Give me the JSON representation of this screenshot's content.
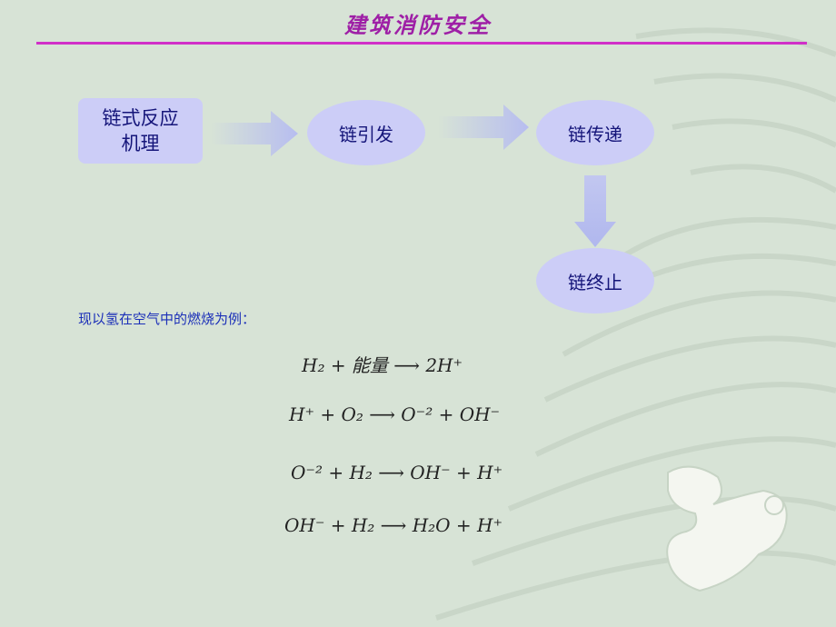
{
  "header": {
    "title": "建筑消防安全"
  },
  "diagram": {
    "start_box": {
      "line1": "链式反应",
      "line2": "机理"
    },
    "step1": "链引发",
    "step2": "链传递",
    "step3": "链终止"
  },
  "note": "现以氢在空气中的燃烧为例：",
  "equations": [
    "H₂ + 能量 ⟶ 2H⁺",
    "H⁺ + O₂ ⟶ O⁻² + OH⁻",
    "O⁻² + H₂ ⟶ OH⁻ + H⁺",
    "OH⁻ + H₂ ⟶ H₂O + H⁺"
  ],
  "colors": {
    "background": "#d7e3d6",
    "title": "#9e1fa6",
    "rule": "#d030c8",
    "node_fill": "#cccdf7",
    "node_text": "#15157a",
    "note_text": "#1b2fb8",
    "arrow": "#b7bdf0"
  }
}
